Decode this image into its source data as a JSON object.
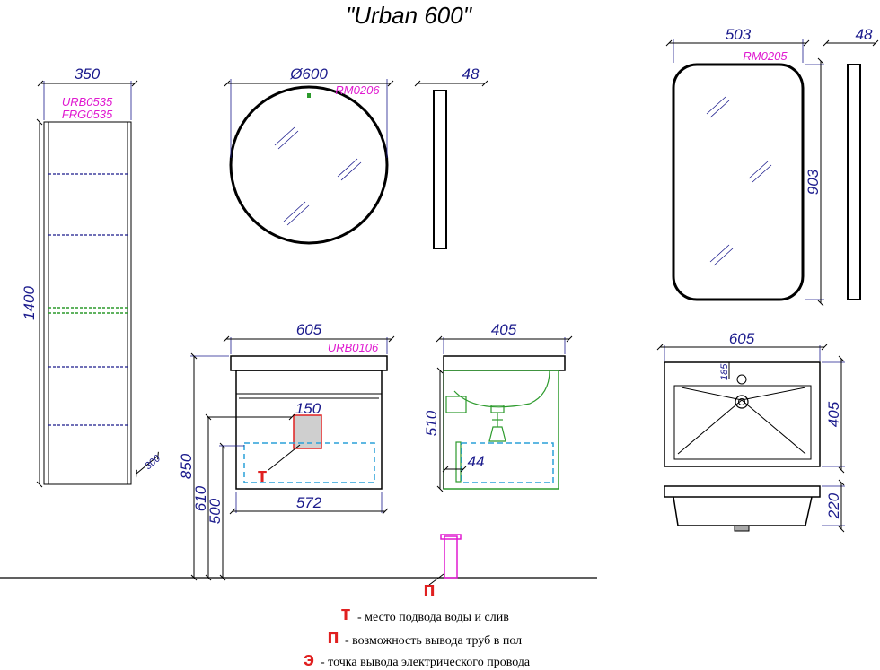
{
  "title": "\"Urban 600\"",
  "colors": {
    "dimension": "#1a1a8c",
    "product_code": "#e01ad0",
    "marker": "#e02020",
    "water_zone": "#2aa0d8",
    "electric_zone": "#2c9a2c"
  },
  "column_cabinet": {
    "width": "350",
    "height": "1400",
    "depth": "300",
    "code_1": "URB0535",
    "code_2": "FRG0535"
  },
  "round_mirror": {
    "diameter": "Ø600",
    "code": "RM0206",
    "depth": "48"
  },
  "rect_mirror": {
    "width": "503",
    "height": "903",
    "depth": "48",
    "code": "RM0205"
  },
  "vanity_front": {
    "width": "605",
    "code": "URB0106",
    "opening": "150",
    "inner_width": "572",
    "height_total": "850",
    "height_2": "610",
    "height_3": "500",
    "marker": "т"
  },
  "vanity_side": {
    "depth": "405",
    "height": "510",
    "offset": "44"
  },
  "basin_top": {
    "width": "605",
    "depth": "405",
    "tap_offset": "185"
  },
  "basin_side": {
    "height": "220"
  },
  "floor_marker": "п",
  "legend": [
    {
      "letter": "т",
      "text": "- место подвода воды и слив"
    },
    {
      "letter": "п",
      "text": "- возможность вывода труб в пол"
    },
    {
      "letter": "э",
      "text": "-  точка вывода электрического провода"
    }
  ]
}
